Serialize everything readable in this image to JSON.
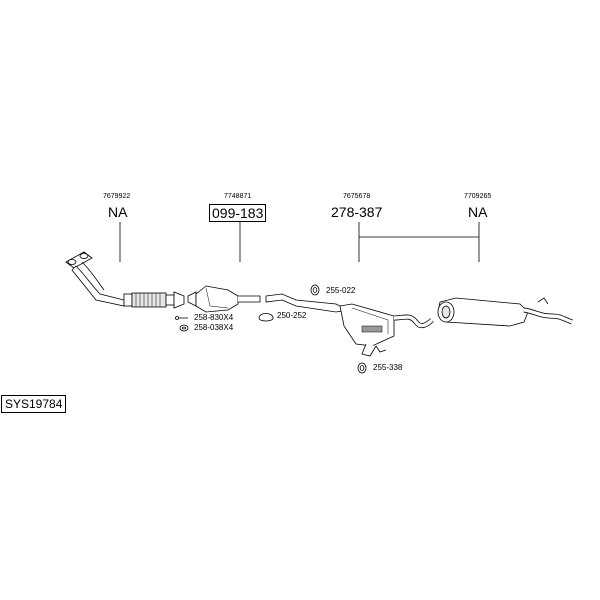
{
  "groups": [
    {
      "ref": "7679922",
      "code": "NA"
    },
    {
      "ref": "7748871",
      "code": "099-183"
    },
    {
      "ref": "7675678",
      "code": "278-387"
    },
    {
      "ref": "7709265",
      "code": "NA"
    }
  ],
  "parts": {
    "bolt": "258-830X4",
    "nut": "258-038X4",
    "clamp": "250-252",
    "hanger_a": "255-022",
    "hanger_b": "255-338"
  },
  "system_code": "SYS19784",
  "colors": {
    "line": "#000000",
    "pipe_fill": "#ffffff",
    "shade": "#9a9a9a"
  }
}
